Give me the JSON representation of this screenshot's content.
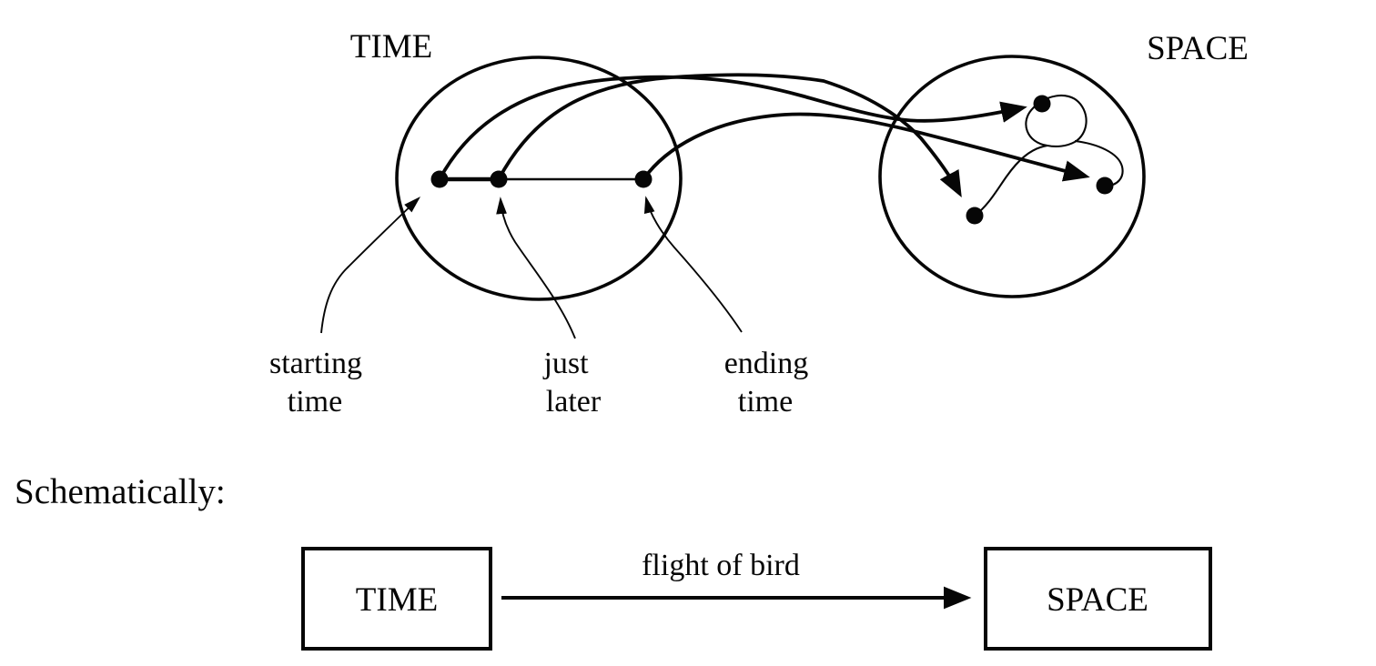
{
  "diagram": {
    "time_set_label": "TIME",
    "space_set_label": "SPACE",
    "point_labels": {
      "starting": {
        "line1": "starting",
        "line2": "time"
      },
      "just_later": {
        "line1": "just",
        "line2": "later"
      },
      "ending": {
        "line1": "ending",
        "line2": "time"
      }
    }
  },
  "schematic": {
    "heading": "Schematically:",
    "domain_box_label": "TIME",
    "codomain_box_label": "SPACE",
    "arrow_label": "flight of bird"
  },
  "colors": {
    "ink": "#060606",
    "background": "#ffffff"
  }
}
